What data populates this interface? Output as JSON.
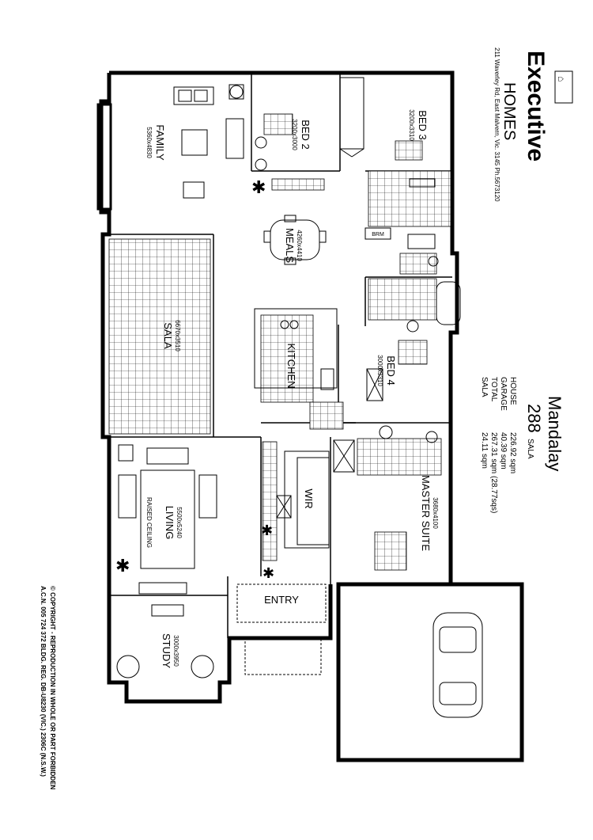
{
  "brand": {
    "name": "Executive",
    "sub": "HOMES",
    "address": "211 Waverley Rd, East Malvern, Vic. 3145  Ph.5673120"
  },
  "model": {
    "name": "Mandalay",
    "number": "288",
    "number_suffix": "SALA"
  },
  "areas": [
    {
      "label": "HOUSE",
      "value": "226.92 sqm"
    },
    {
      "label": "GARAGE",
      "value": "40.39 sqm"
    },
    {
      "label": "TOTAL",
      "value": "267.31 sqm (28.77sqs)"
    },
    {
      "label": "SALA",
      "value": "24.11 sqm"
    }
  ],
  "rooms": {
    "family": {
      "name": "FAMILY",
      "dim": "5360x4830"
    },
    "bed2": {
      "name": "BED 2",
      "dim": "3200x3000"
    },
    "bed3": {
      "name": "BED 3",
      "dim": "3200x3310"
    },
    "meals": {
      "name": "MEALS",
      "dim": "4260x4410"
    },
    "sala": {
      "name": "SALA",
      "dim": "6670x3510"
    },
    "kitchen": {
      "name": "KITCHEN"
    },
    "bed4": {
      "name": "BED 4",
      "dim": "3000x3310"
    },
    "brm": {
      "name": "BRM"
    },
    "living": {
      "name": "LIVING",
      "dim": "5500x5240",
      "note": "RAISED CEILING"
    },
    "wir": {
      "name": "WIR"
    },
    "master": {
      "name": "MASTER SUITE",
      "dim": "3680x4100"
    },
    "entry": {
      "name": "ENTRY"
    },
    "study": {
      "name": "STUDY",
      "dim": "3000x3950"
    }
  },
  "copyright": {
    "line1": "© COPYRIGHT - REPRODUCTION IN WHOLE OR PART FORBIDDEN",
    "line2": "A.C.N. 005 724 372     BLDG. REG. DB-U8230 (VIC.)   2306C (N.S.W.)"
  }
}
